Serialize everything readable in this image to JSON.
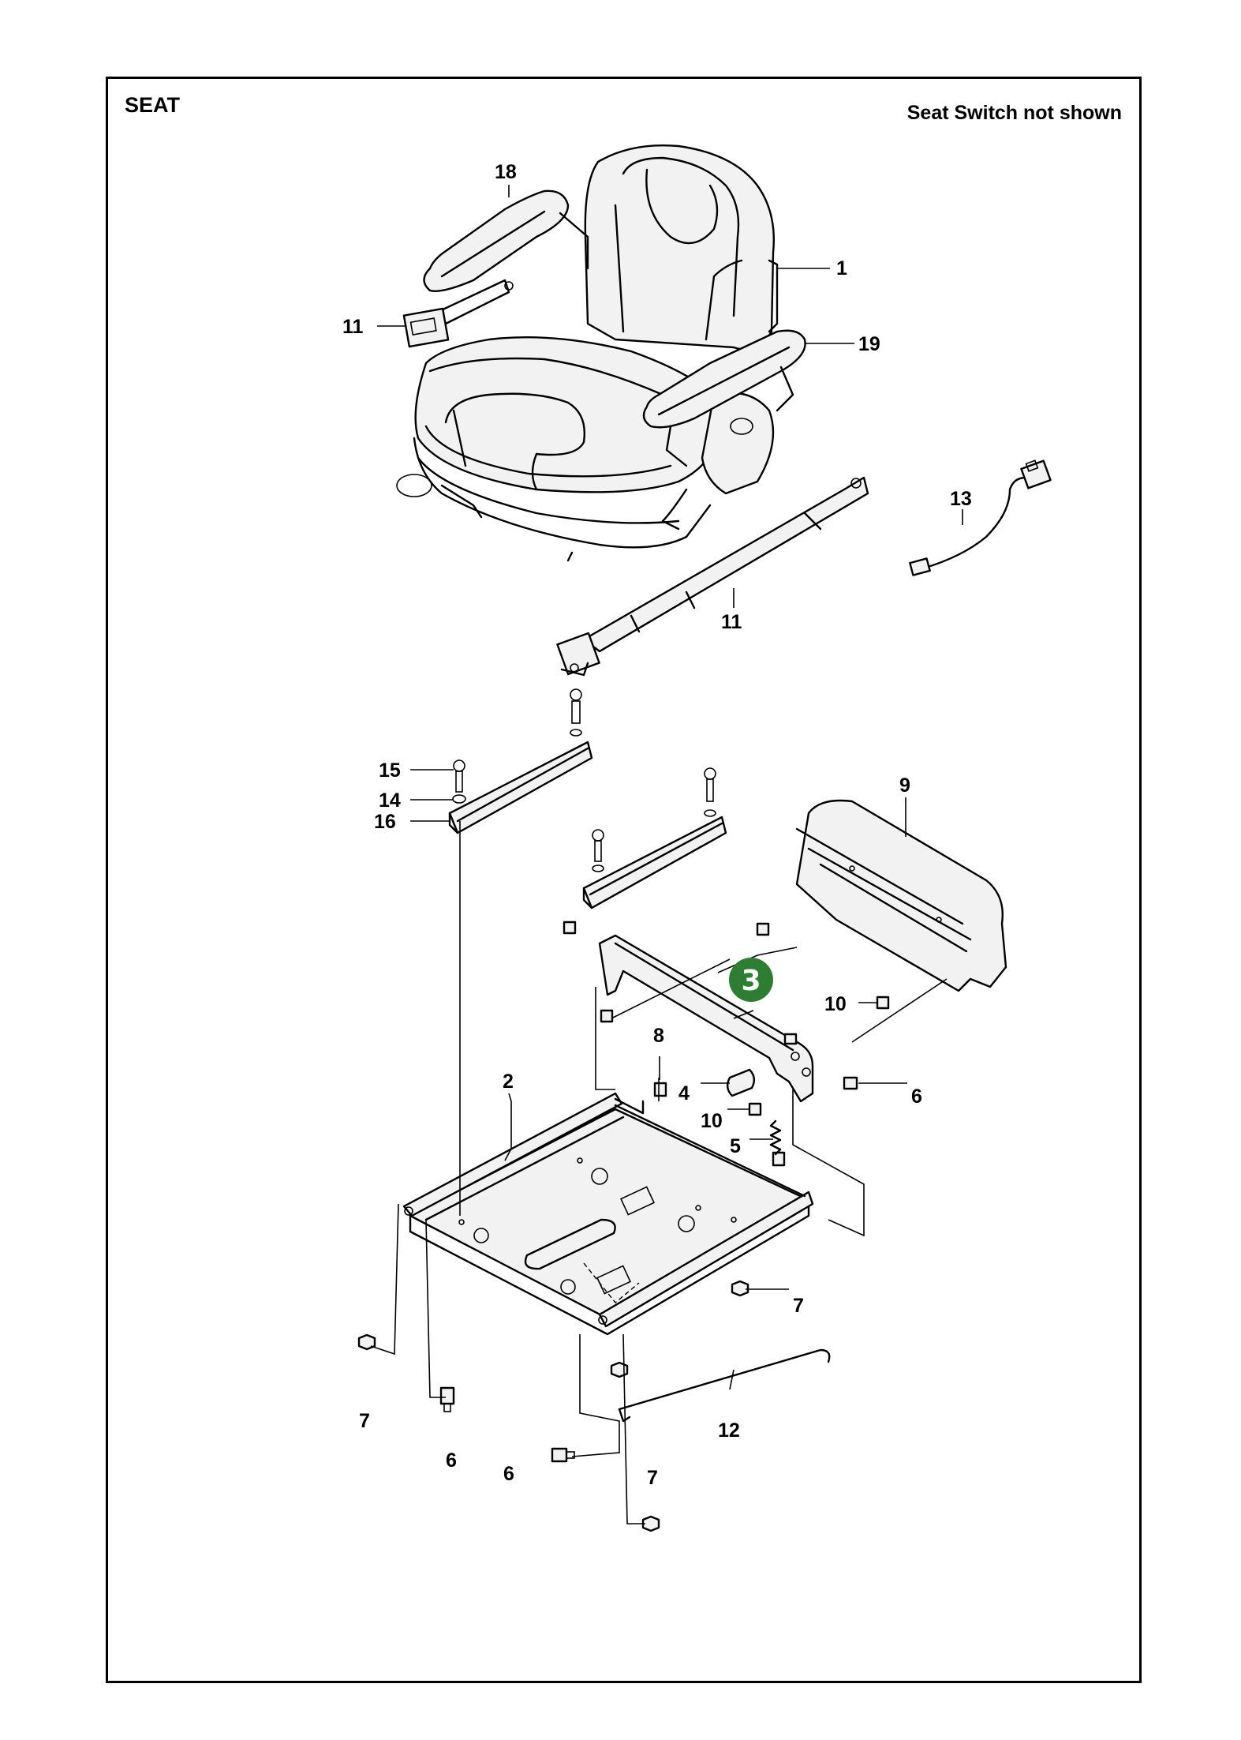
{
  "header": {
    "title": "SEAT",
    "note": "Seat Switch not shown"
  },
  "badge": {
    "label": "3",
    "color": "#2e7d32"
  },
  "callouts": {
    "c1": "1",
    "c2": "2",
    "c4": "4",
    "c5": "5",
    "c6a": "6",
    "c6b": "6",
    "c6c": "6",
    "c7a": "7",
    "c7b": "7",
    "c7c": "7",
    "c8": "8",
    "c9": "9",
    "c10a": "10",
    "c10b": "10",
    "c11a": "11",
    "c11b": "11",
    "c12": "12",
    "c13": "13",
    "c14": "14",
    "c15": "15",
    "c16": "16",
    "c18": "18",
    "c19": "19"
  }
}
